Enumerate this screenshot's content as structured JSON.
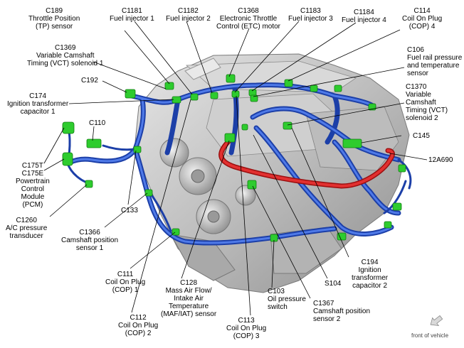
{
  "labels": {
    "c189": "C189\nThrottle Position\n(TP) sensor",
    "c1181": "C1181\nFuel injector 1",
    "c1182": "C1182\nFuel injector 2",
    "c1368": "C1368\nElectronic Throttle\nControl (ETC) motor",
    "c1183": "C1183\nFuel injector 3",
    "c1184": "C1184\nFuel injector 4",
    "c114": "C114\nCoil On Plug\n(COP) 4",
    "c1369": "C1369\nVariable Camshaft\nTiming (VCT) solenoid 1",
    "c106": "C106\nFuel rail pressure\nand temperature\nsensor",
    "c192": "C192",
    "c174": "C174\nIgnition transformer\ncapacitor 1",
    "c1370": "C1370\nVariable\nCamshaft\nTiming (VCT)\nsolenoid 2",
    "c110": "C110",
    "c145": "C145",
    "c175": "C175T\nC175E\nPowertrain\nControl\nModule\n(PCM)",
    "w12a690": "12A690",
    "c1260": "C1260\nA/C pressure\ntransducer",
    "c133": "C133",
    "c1366": "C1366\nCamshaft position\nsensor 1",
    "c194": "C194\nIgnition\ntransformer\ncapacitor 2",
    "c111": "C111\nCoil On Plug\n(COP) 1",
    "c128": "C128\nMass Air Flow/\nIntake Air\nTemperature\n(MAF/IAT) sensor",
    "s104": "S104",
    "c103": "C103\nOil pressure\nswitch",
    "c1367": "C1367\nCamshaft position\nsensor 2",
    "c112": "C112\nCoil On Plug\n(COP) 2",
    "c113": "C113\nCoil On Plug\n(COP) 3"
  },
  "orientation": "front of vehicle",
  "colors": {
    "harness": "#2450c8",
    "harness_highlight": "#7fa6ff",
    "main_cable": "#d81b1b",
    "connector": "#22cc22",
    "engine": "#c8c8c8",
    "leader": "#000000"
  }
}
